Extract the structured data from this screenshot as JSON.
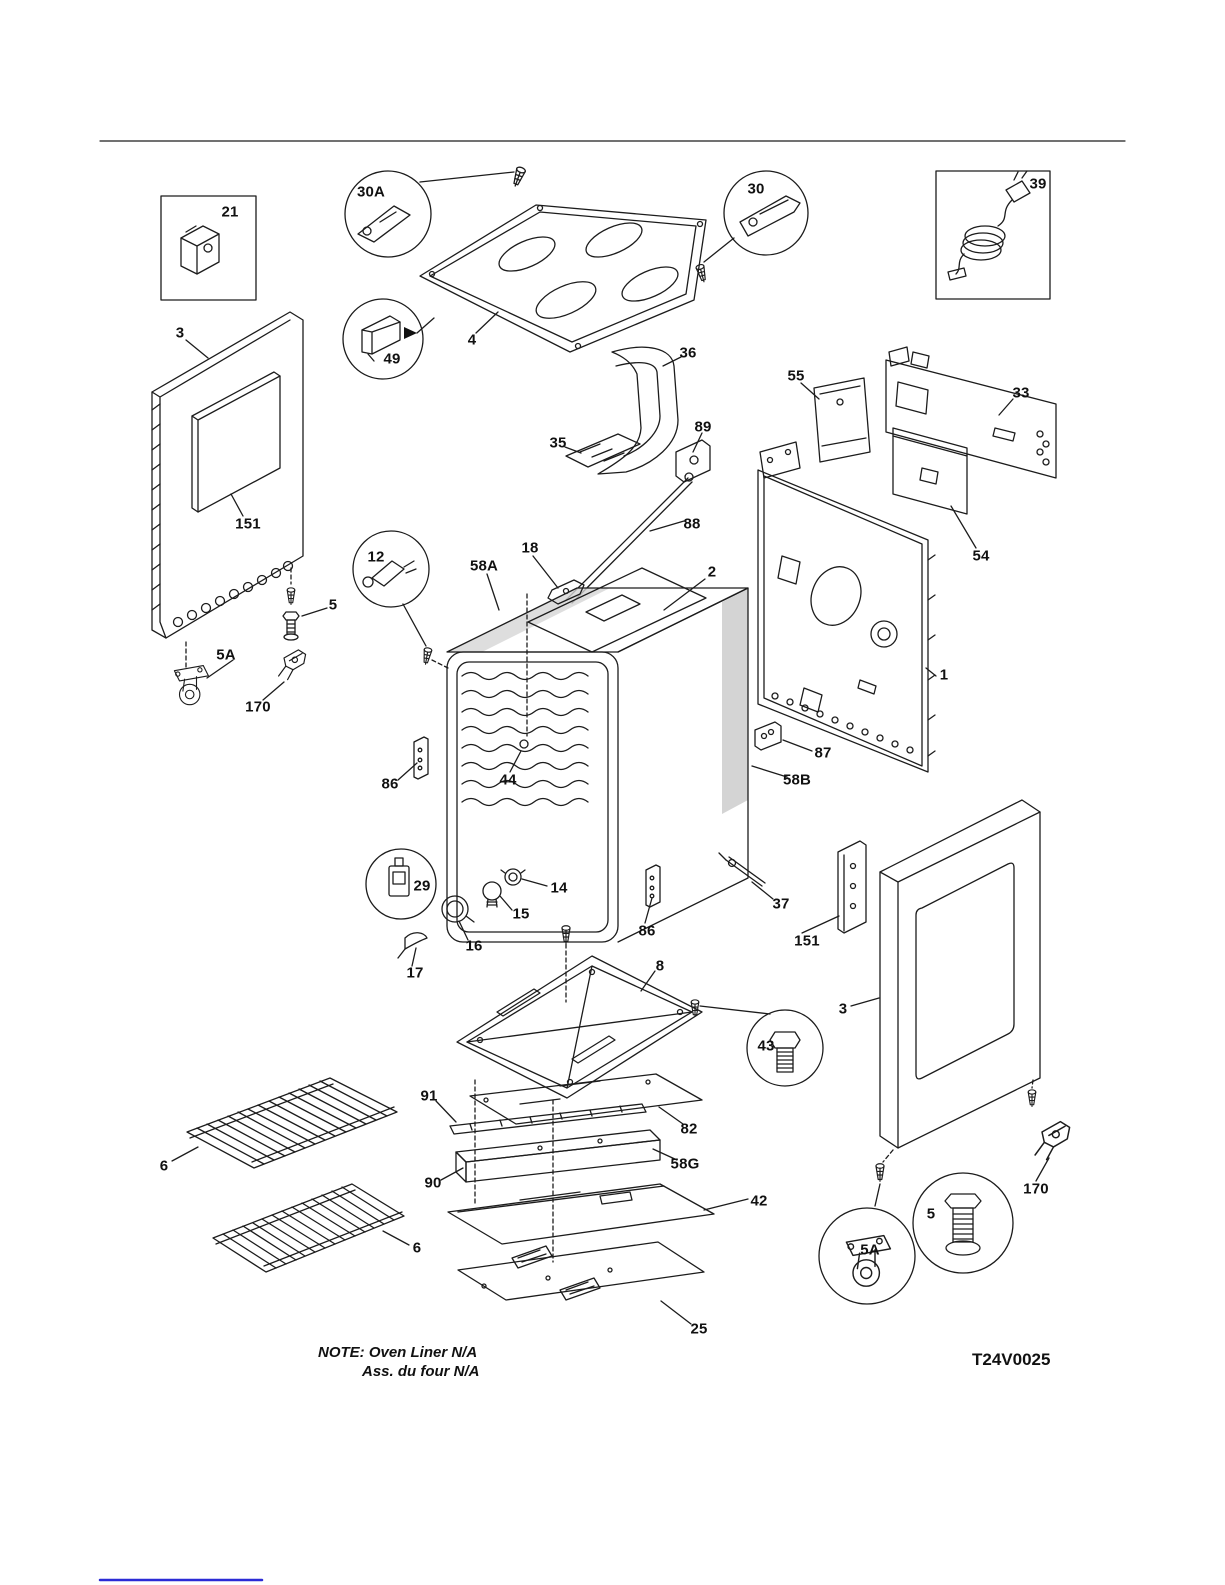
{
  "figure": {
    "note_line1": "NOTE: Oven Liner N/A",
    "note_line2": "Ass. du four N/A",
    "doc_code": "T24V0025"
  },
  "callouts": [
    {
      "text": "21"
    },
    {
      "text": "30A"
    },
    {
      "text": "30"
    },
    {
      "text": "39"
    },
    {
      "text": "3"
    },
    {
      "text": "49"
    },
    {
      "text": "4"
    },
    {
      "text": "36"
    },
    {
      "text": "55"
    },
    {
      "text": "33"
    },
    {
      "text": "35"
    },
    {
      "text": "89"
    },
    {
      "text": "88"
    },
    {
      "text": "151"
    },
    {
      "text": "12"
    },
    {
      "text": "58A"
    },
    {
      "text": "18"
    },
    {
      "text": "2"
    },
    {
      "text": "54"
    },
    {
      "text": "5"
    },
    {
      "text": "5A"
    },
    {
      "text": "170"
    },
    {
      "text": "1"
    },
    {
      "text": "87"
    },
    {
      "text": "58B"
    },
    {
      "text": "86"
    },
    {
      "text": "44"
    },
    {
      "text": "29"
    },
    {
      "text": "14"
    },
    {
      "text": "15"
    },
    {
      "text": "16"
    },
    {
      "text": "17"
    },
    {
      "text": "37"
    },
    {
      "text": "86"
    },
    {
      "text": "151"
    },
    {
      "text": "8"
    },
    {
      "text": "3"
    },
    {
      "text": "43"
    },
    {
      "text": "91"
    },
    {
      "text": "82"
    },
    {
      "text": "6"
    },
    {
      "text": "58G"
    },
    {
      "text": "90"
    },
    {
      "text": "42"
    },
    {
      "text": "6"
    },
    {
      "text": "25"
    },
    {
      "text": "5A"
    },
    {
      "text": "5"
    },
    {
      "text": "170"
    }
  ]
}
